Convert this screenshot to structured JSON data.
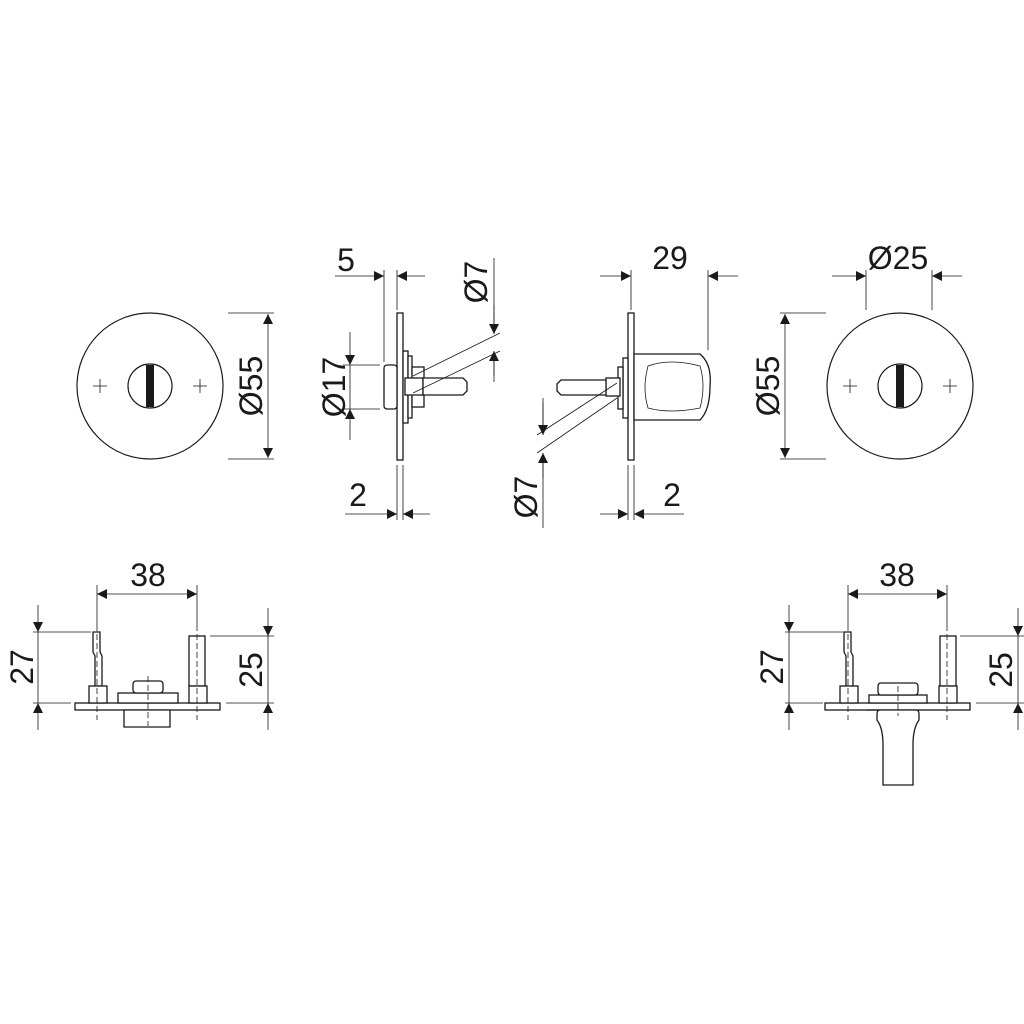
{
  "dimensions": {
    "front_left_diameter": "Ø55",
    "rosette_diameter": "Ø17",
    "rosette_depth": "5",
    "plate_thickness_left": "2",
    "spindle_diameter_top": "Ø7",
    "spindle_diameter_bottom": "Ø7",
    "knob_length": "29",
    "plate_thickness_right": "2",
    "knob_diameter": "Ø25",
    "front_right_diameter": "Ø55",
    "left_pin_spacing": "38",
    "left_height_a": "27",
    "left_height_b": "25",
    "right_pin_spacing": "38",
    "right_height_a": "27",
    "right_height_b": "25"
  }
}
